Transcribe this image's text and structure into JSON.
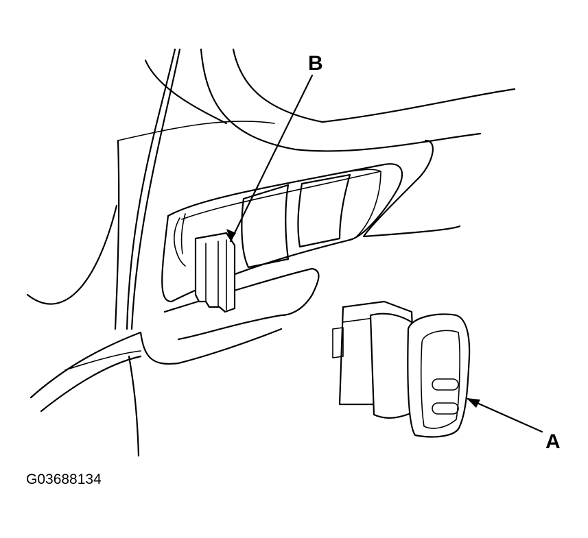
{
  "callouts": {
    "a": "A",
    "b": "B"
  },
  "figure_id": "G03688134"
}
